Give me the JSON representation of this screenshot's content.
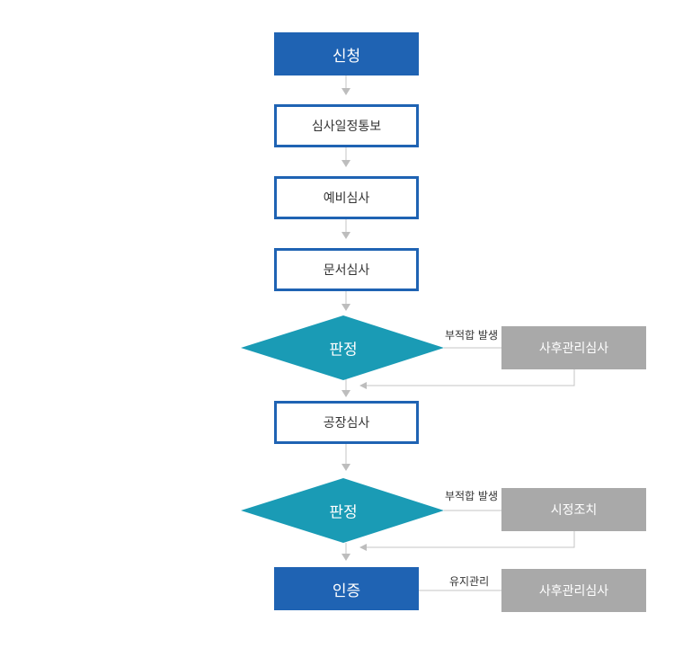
{
  "nodes": {
    "apply": "신청",
    "schedule_notice": "심사일정통보",
    "preliminary": "예비심사",
    "document_review": "문서심사",
    "judgment_1": "판정",
    "post_review_1": "사후관리심사",
    "factory_review": "공장심사",
    "judgment_2": "판정",
    "corrective_action": "시정조치",
    "certification": "인증",
    "post_review_2": "사후관리심사"
  },
  "edge_labels": {
    "nonconformity_1": "부적합 발생",
    "nonconformity_2": "부적합 발생",
    "maintenance": "유지관리"
  },
  "colors": {
    "primary_blue": "#1f63b3",
    "teal": "#1a9bb5",
    "gray": "#a9a9a9",
    "connector": "#bbbbbb"
  }
}
